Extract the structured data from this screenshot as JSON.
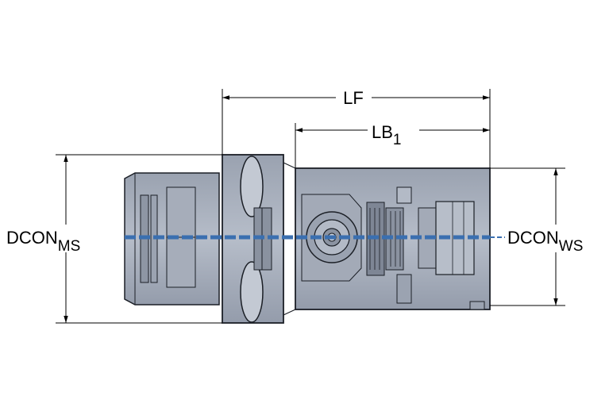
{
  "dimensions": {
    "lf": "LF",
    "lb": {
      "main": "LB",
      "sub": "1"
    },
    "dcon_ms": {
      "main": "DCON",
      "sub": "MS"
    },
    "dcon_ws": {
      "main": "DCON",
      "sub": "WS"
    }
  },
  "colors": {
    "body": "#a9b0bd",
    "body_dark": "#7d8594",
    "outline": "#1b1f26",
    "centerline": "#3a6fb0"
  }
}
